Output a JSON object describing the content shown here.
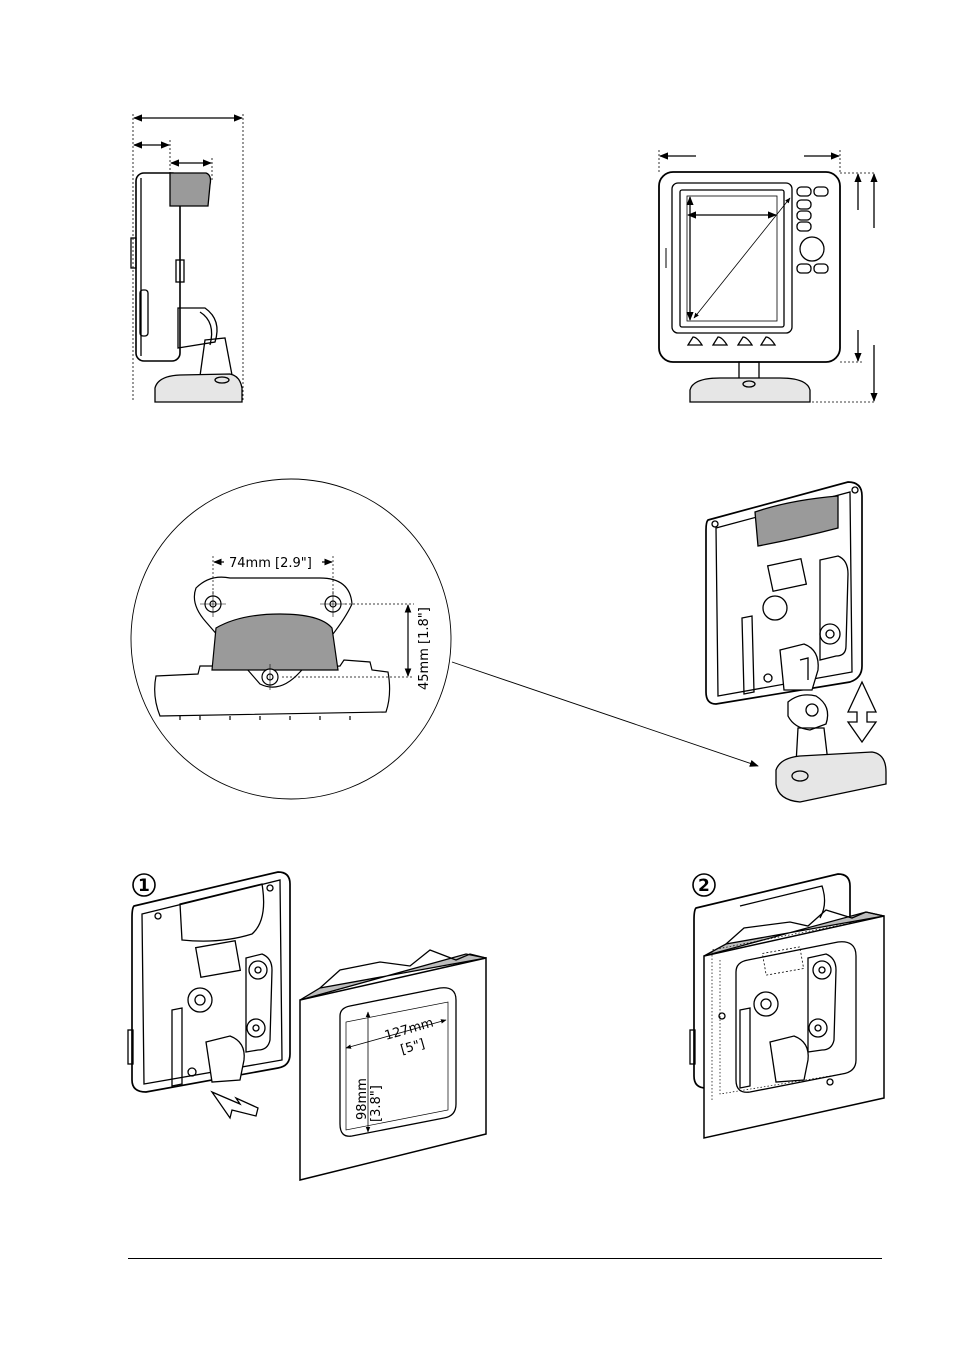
{
  "dimensions": {
    "bracket_width": "74mm [2.9\"]",
    "bracket_height": "45mm [1.8\"]",
    "cutout_width": "127mm",
    "cutout_width_in": "[5\"]",
    "cutout_height": "98mm",
    "cutout_height_in": "[3.8\"]"
  },
  "steps": {
    "step1": "1",
    "step2": "2"
  },
  "colors": {
    "line": "#000000",
    "grey_fill": "#9a9a9a",
    "light_fill": "#e6e6e6",
    "panel_top": "#bdbdbd"
  }
}
